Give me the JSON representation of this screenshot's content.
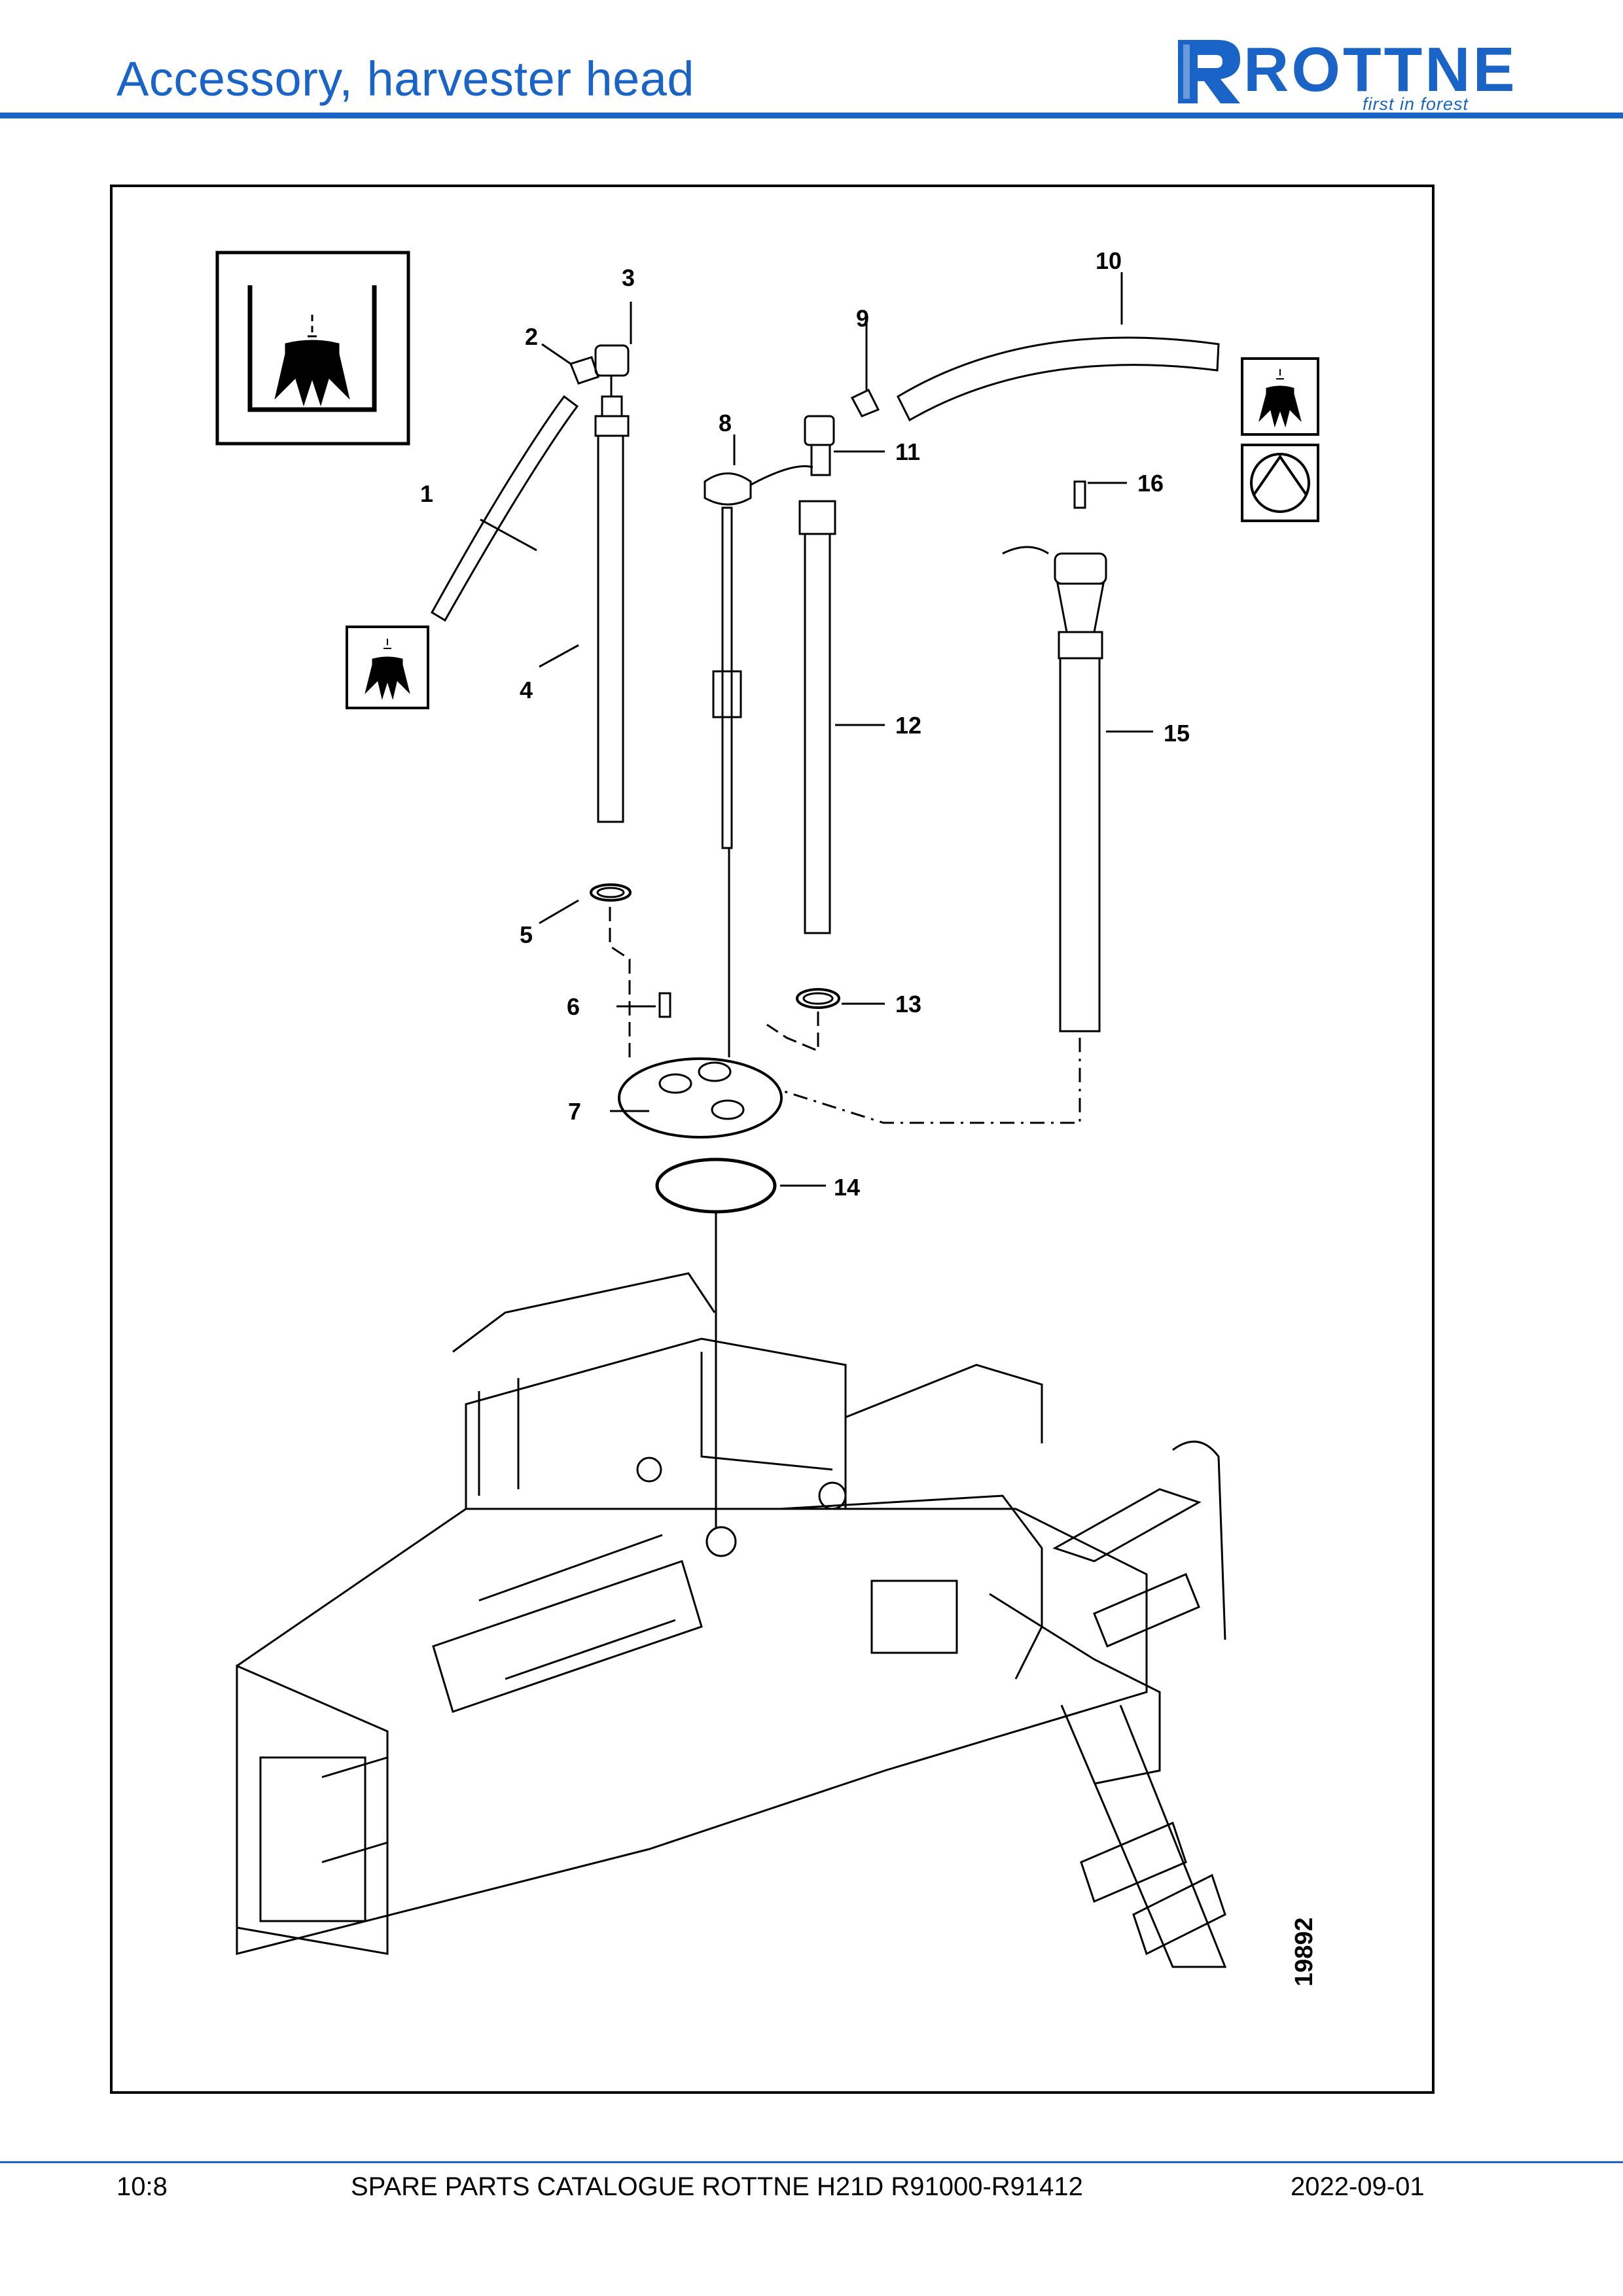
{
  "header": {
    "title": "Accessory, harvester head",
    "logo_text": "ROTTNE",
    "logo_tagline": "first in forest",
    "accent_color": "#1a64c8"
  },
  "diagram": {
    "drawing_number": "19892",
    "callouts": [
      "1",
      "2",
      "3",
      "4",
      "5",
      "6",
      "7",
      "8",
      "9",
      "10",
      "11",
      "12",
      "13",
      "14",
      "15",
      "16"
    ],
    "icons": [
      "stump-treatment-icon",
      "stump-treatment-icon",
      "stump-treatment-icon",
      "pump-symbol-icon"
    ]
  },
  "footer": {
    "page": "10:8",
    "catalogue": "SPARE PARTS CATALOGUE ROTTNE H21D R91000-R91412",
    "date": "2022-09-01"
  }
}
